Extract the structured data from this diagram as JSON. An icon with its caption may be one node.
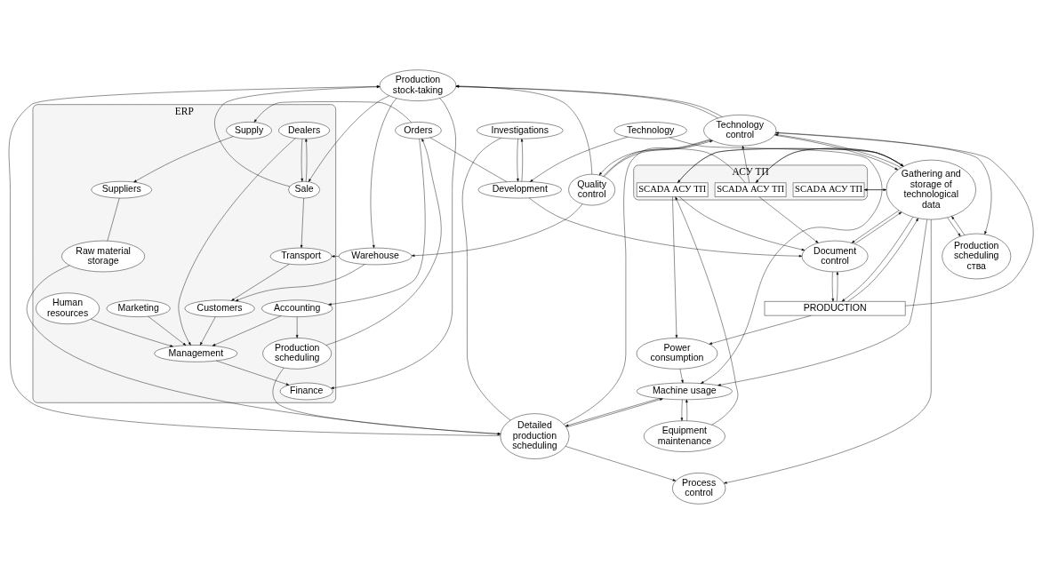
{
  "diagram": {
    "nodes": [
      {
        "text": [
          "ERP"
        ]
      },
      {
        "text": [
          "Management"
        ],
        "in": 0
      },
      {
        "text": [
          "Marketing"
        ],
        "in": 0
      },
      {
        "text": [
          "Suppliers"
        ],
        "in": 0
      },
      {
        "text": [
          "Supply"
        ],
        "in": 0
      },
      {
        "text": [
          "Human resources"
        ],
        "in": 0
      },
      {
        "text": [
          "Accounting"
        ],
        "in": 0
      },
      {
        "text": [
          "Finance"
        ],
        "in": 0
      },
      {
        "text": [
          "Dealers"
        ],
        "in": 0
      },
      {
        "text": [
          "Customers"
        ],
        "in": 0
      },
      {
        "text": [
          "Sale"
        ],
        "in": 0
      },
      {
        "text": [
          "Transport"
        ],
        "in": 0
      },
      {
        "text": [
          "Raw material storage"
        ],
        "in": 0
      },
      {
        "text": [
          "Production scheduling"
        ],
        "in": 0
      },
      {
        "text": [
          "Warehouse"
        ]
      },
      {
        "text": [
          "Investigations"
        ]
      },
      {
        "text": [
          "Orders"
        ]
      },
      {
        "text": [
          "Development"
        ]
      },
      {
        "text": [
          "Technology"
        ]
      },
      {
        "text": [
          "Machine usage"
        ]
      },
      {
        "text": [
          "Detailed production scheduling"
        ]
      },
      {
        "text": [
          "Production stock-taking"
        ]
      },
      {
        "text": [
          "Equipment maintenance"
        ]
      },
      {
        "text": [
          "Quality control"
        ]
      },
      {
        "text": [
          "Document control"
        ]
      },
      {
        "text": [
          "Power consumption"
        ]
      },
      {
        "text": [
          "Process control"
        ]
      },
      {
        "text": [
          "Production scheduling",
          "ства"
        ]
      },
      {
        "text": [
          "Technology control"
        ]
      },
      {
        "text": [
          "Gathering and storage of technological data"
        ]
      },
      {
        "text": [
          "АСУ ТП"
        ]
      },
      {
        "text": [
          "SCADA АСУ ТП"
        ],
        "in": 30
      },
      {
        "text": [
          "SCADA АСУ ТП"
        ],
        "in": 30
      },
      {
        "text": [
          "SCADA АСУ ТП"
        ],
        "in": 30
      },
      {
        "text": [
          "PRODUCTION"
        ]
      }
    ],
    "edges": [
      {
        "from": 2,
        "to": 1,
        "arrow": "to"
      },
      {
        "from": 5,
        "to": 1,
        "arrow": "to"
      },
      {
        "from": 6,
        "to": 1,
        "arrow": "to"
      },
      {
        "from": 1,
        "to": 7,
        "arrow": "to"
      },
      {
        "from": 8,
        "to": 1,
        "arrow": "to"
      },
      {
        "from": 9,
        "to": 1,
        "arrow": "to"
      },
      {
        "from": 4,
        "to": 3,
        "arrow": "to"
      },
      {
        "from": 16,
        "to": 4,
        "arrow": "to"
      },
      {
        "from": 3,
        "to": 12,
        "arrow": "none"
      },
      {
        "from": 12,
        "to": 20,
        "arrow": "to"
      },
      {
        "from": 16,
        "to": 6,
        "arrow": "to"
      },
      {
        "from": 6,
        "to": 13,
        "arrow": "to"
      },
      {
        "from": 13,
        "to": 20,
        "arrow": "to"
      },
      {
        "from": 13,
        "to": 16,
        "arrow": "to"
      },
      {
        "from": 15,
        "to": 17,
        "arrow": "to"
      },
      {
        "from": 17,
        "to": 15,
        "arrow": "to"
      },
      {
        "from": 15,
        "to": 20,
        "arrow": "none"
      },
      {
        "from": 16,
        "to": 17,
        "arrow": "none"
      },
      {
        "from": 18,
        "to": 17,
        "arrow": "to"
      },
      {
        "from": 18,
        "to": 19,
        "arrow": "to"
      },
      {
        "from": 17,
        "to": 24,
        "arrow": "to"
      },
      {
        "from": 22,
        "to": 19,
        "arrow": "to"
      },
      {
        "from": 19,
        "to": 22,
        "arrow": "to"
      },
      {
        "from": 22,
        "to": 31,
        "arrow": "to"
      },
      {
        "from": 25,
        "to": 19,
        "arrow": "to"
      },
      {
        "from": 29,
        "to": 19,
        "arrow": "to"
      },
      {
        "from": 20,
        "to": 19,
        "arrow": "to"
      },
      {
        "from": 19,
        "to": 20,
        "arrow": "to"
      },
      {
        "from": 20,
        "to": 21,
        "arrow": "to"
      },
      {
        "from": 21,
        "to": 7,
        "arrow": "to"
      },
      {
        "from": 21,
        "to": 10,
        "arrow": "to"
      },
      {
        "from": 10,
        "to": 21,
        "arrow": "to"
      },
      {
        "from": 10,
        "to": 8,
        "arrow": "to"
      },
      {
        "from": 8,
        "to": 10,
        "arrow": "to"
      },
      {
        "from": 10,
        "to": 11,
        "arrow": "to"
      },
      {
        "from": 11,
        "to": 9,
        "arrow": "to"
      },
      {
        "from": 14,
        "to": 11,
        "arrow": "to"
      },
      {
        "from": 14,
        "to": 9,
        "arrow": "to"
      },
      {
        "from": 21,
        "to": 14,
        "arrow": "to"
      },
      {
        "from": 23,
        "to": 14,
        "arrow": "to"
      },
      {
        "from": 23,
        "to": 33,
        "arrow": "none"
      },
      {
        "from": 28,
        "to": 21,
        "arrow": "to"
      },
      {
        "from": 23,
        "to": 21,
        "arrow": "to"
      },
      {
        "from": 28,
        "to": 23,
        "arrow": "to"
      },
      {
        "from": 23,
        "to": 28,
        "arrow": "to"
      },
      {
        "from": 29,
        "to": 27,
        "arrow": "to"
      },
      {
        "from": 27,
        "to": 29,
        "arrow": "to"
      },
      {
        "from": 28,
        "to": 27,
        "arrow": "to"
      },
      {
        "from": 29,
        "to": 28,
        "arrow": "to"
      },
      {
        "from": 28,
        "to": 29,
        "arrow": "to"
      },
      {
        "from": 33,
        "to": 29,
        "arrow": "to"
      },
      {
        "from": 29,
        "to": 33,
        "arrow": "to"
      },
      {
        "from": 33,
        "to": 28,
        "arrow": "to"
      },
      {
        "from": 34,
        "to": 28,
        "arrow": "to"
      },
      {
        "from": 33,
        "to": 24,
        "arrow": "to"
      },
      {
        "from": 24,
        "to": 29,
        "arrow": "to"
      },
      {
        "from": 29,
        "to": 24,
        "arrow": "to"
      },
      {
        "from": 31,
        "to": 24,
        "arrow": "to"
      },
      {
        "from": 24,
        "to": 34,
        "arrow": "to"
      },
      {
        "from": 34,
        "to": 24,
        "arrow": "to"
      },
      {
        "from": 31,
        "to": 29,
        "arrow": "to"
      },
      {
        "from": 29,
        "to": 31,
        "arrow": "to"
      },
      {
        "from": 31,
        "to": 25,
        "arrow": "to"
      },
      {
        "from": 34,
        "to": 25,
        "arrow": "to"
      },
      {
        "from": 29,
        "to": 34,
        "arrow": "to"
      },
      {
        "from": 34,
        "to": 29,
        "arrow": "to"
      },
      {
        "from": 29,
        "to": 32,
        "arrow": "to"
      },
      {
        "from": 32,
        "to": 29,
        "arrow": "to"
      },
      {
        "from": 29,
        "to": 26,
        "arrow": "to"
      },
      {
        "from": 20,
        "to": 26,
        "arrow": "to"
      },
      {
        "from": 21,
        "to": 28,
        "arrow": "none"
      },
      {
        "from": 20,
        "to": 28,
        "arrow": "none"
      }
    ]
  }
}
